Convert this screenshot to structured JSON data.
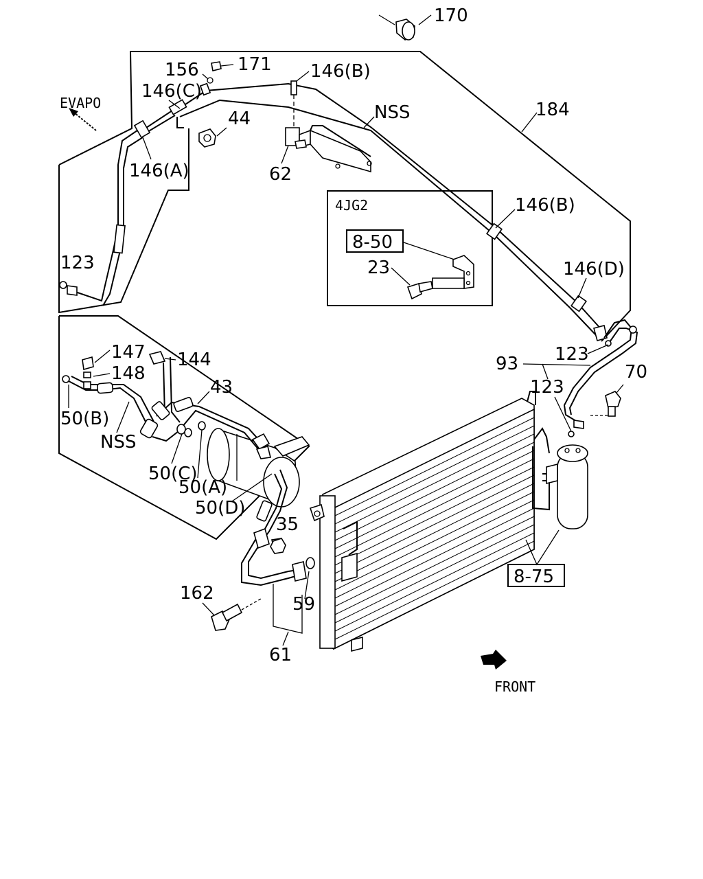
{
  "labels": {
    "p170": "170",
    "p156": "156",
    "p171": "171",
    "p146b_top": "146(B)",
    "p146c": "146(C)",
    "evapo": "EVAPO",
    "p44": "44",
    "nss_top": "NSS",
    "p184": "184",
    "p146a": "146(A)",
    "p62": "62",
    "inset_title": "4JG2",
    "p8_50": "8-50",
    "p23": "23",
    "p146b_mid": "146(B)",
    "p146d": "146(D)",
    "p123_left": "123",
    "p147": "147",
    "p148": "148",
    "p144": "144",
    "p43": "43",
    "p50b": "50(B)",
    "nss_bottom": "NSS",
    "p50c": "50(C)",
    "p50a": "50(A)",
    "p50d": "50(D)",
    "p123_right_top": "123",
    "p93": "93",
    "p123_right_bottom": "123",
    "p70": "70",
    "p35": "35",
    "p59": "59",
    "p162": "162",
    "p61": "61",
    "p8_75": "8-75",
    "front": "FRONT"
  }
}
